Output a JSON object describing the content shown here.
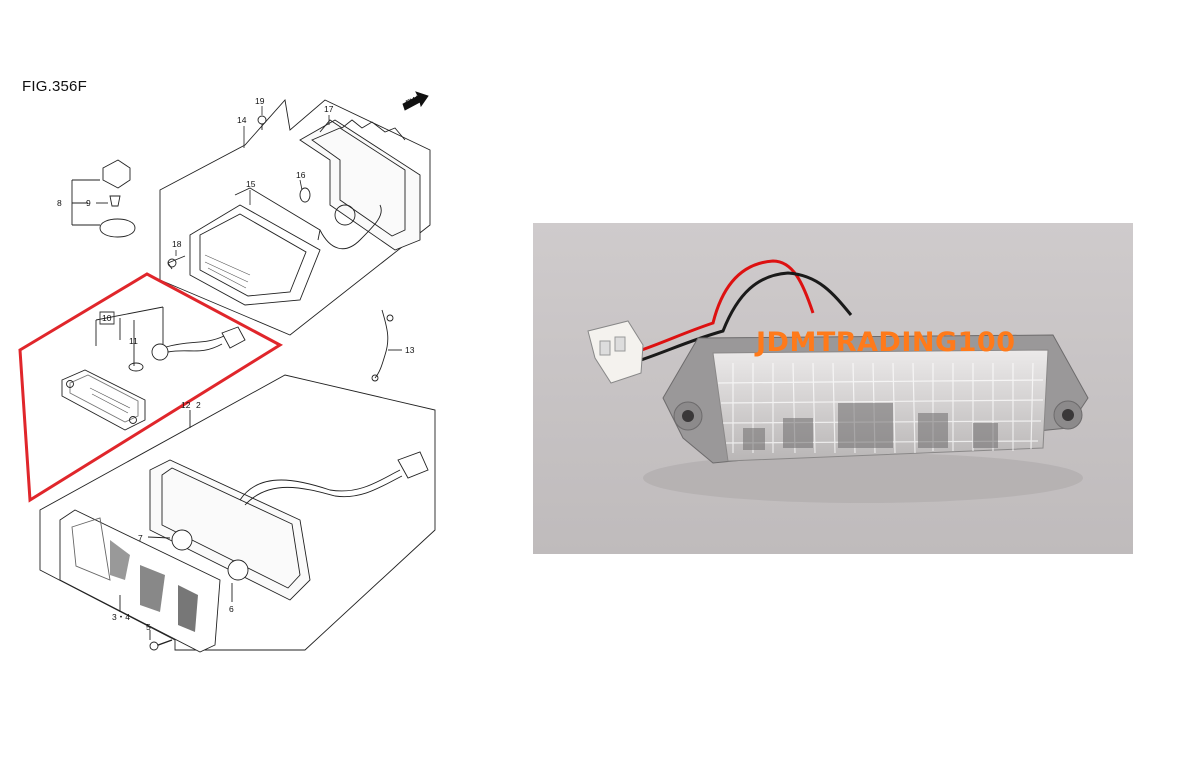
{
  "figure": {
    "title": "FIG.356F",
    "fwd_label": "FWD",
    "callouts": {
      "c19": "19",
      "c14": "14",
      "c17": "17",
      "c16": "16",
      "c15": "15",
      "c18": "18",
      "c8": "8",
      "c9": "9",
      "c10": "10",
      "c11": "11",
      "c13": "13",
      "c12": "12",
      "c2": "2",
      "c7": "7",
      "c6": "6",
      "c34": "3・4",
      "c5": "5"
    },
    "highlight_color": "#e0262b"
  },
  "photo": {
    "watermark": "JDMTRADING100",
    "watermark_color": "#ff7a1a",
    "background_color": "#c9c5c6"
  }
}
